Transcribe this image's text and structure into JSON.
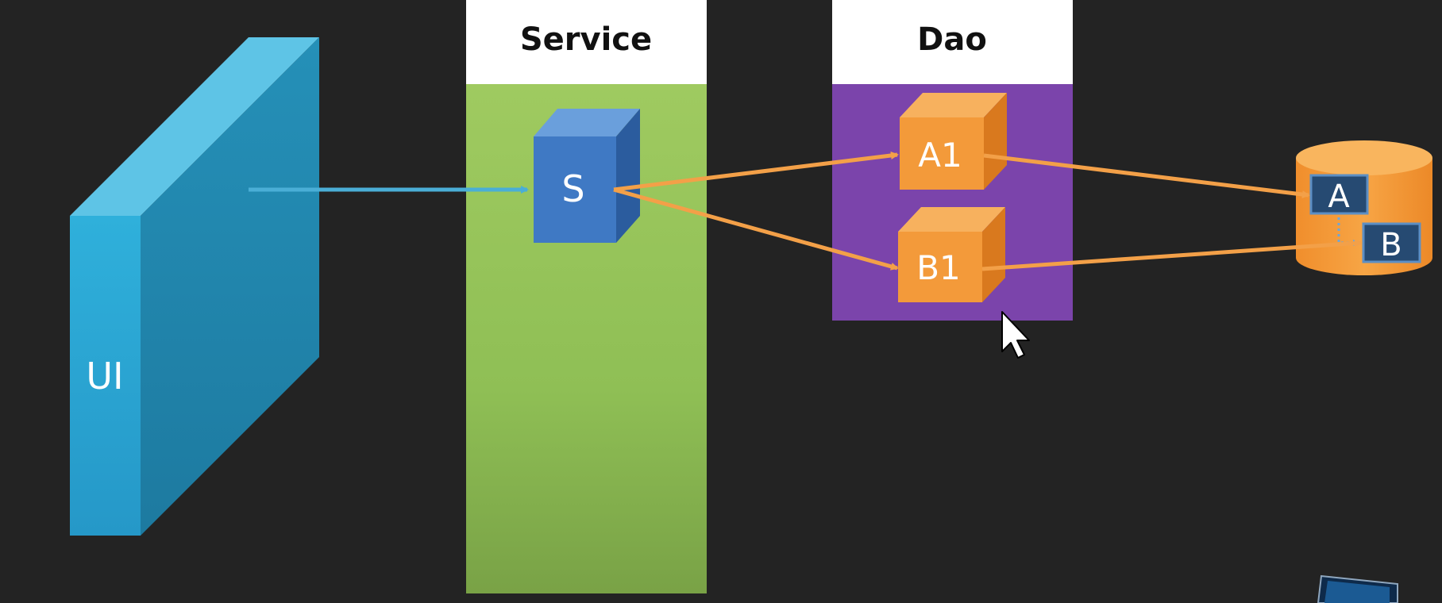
{
  "ui_panel": {
    "label": "UI",
    "color": "#2aa6d0"
  },
  "service_column": {
    "header": "Service",
    "color": "#9bc65c"
  },
  "dao_column": {
    "header": "Dao",
    "color": "#7b44ab"
  },
  "service_node": {
    "label": "S",
    "color": "#3f79c4"
  },
  "dao_nodes": [
    {
      "label": "A1",
      "color": "#f39a3a"
    },
    {
      "label": "B1",
      "color": "#f39a3a"
    }
  ],
  "database": {
    "color": "#f39a3a",
    "tables": [
      {
        "label": "A"
      },
      {
        "label": "B"
      }
    ]
  },
  "arrow_colors": {
    "ui_to_service": "#4aaed6",
    "dao": "#f3a048"
  },
  "icons": {
    "cursor": "mouse-pointer-icon",
    "corner": "window-thumbnail-icon"
  }
}
